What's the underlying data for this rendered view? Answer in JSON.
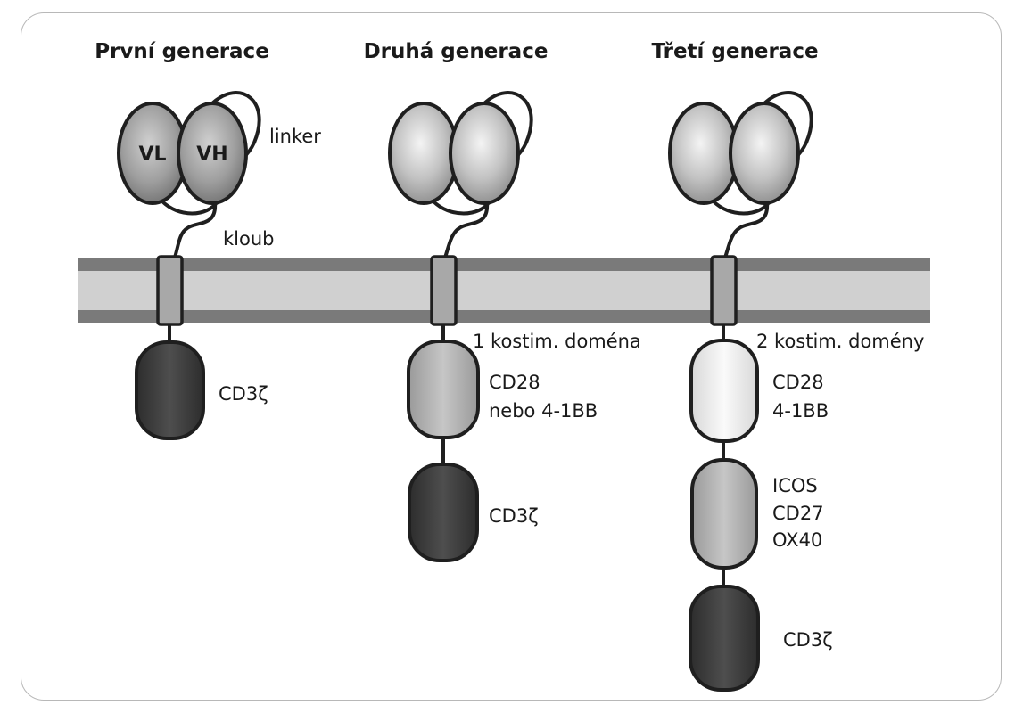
{
  "generations": [
    {
      "title": "První generace",
      "domain_labels": [
        "VL",
        "VH"
      ],
      "linker_label": "linker",
      "hinge_label": "kloub",
      "domains": [
        {
          "lines": [
            "CD3ζ"
          ],
          "shade": "dark"
        }
      ]
    },
    {
      "title": "Druhá generace",
      "costim_label": "1 kostim. doména",
      "domains": [
        {
          "lines": [
            "CD28",
            "nebo 4-1BB"
          ],
          "shade": "medium"
        },
        {
          "lines": [
            "CD3ζ"
          ],
          "shade": "dark"
        }
      ]
    },
    {
      "title": "Třetí generace",
      "costim_label": "2 kostim. domény",
      "domains": [
        {
          "lines": [
            "CD28",
            "4-1BB"
          ],
          "shade": "light"
        },
        {
          "lines": [
            "ICOS",
            "CD27",
            "OX40"
          ],
          "shade": "medium"
        },
        {
          "lines": [
            "CD3ζ"
          ],
          "shade": "dark"
        }
      ]
    }
  ],
  "colors": {
    "membrane_outer": "#7a7a7a",
    "membrane_inner": "#d0d0d0",
    "outline": "#1f1f1f",
    "domain_dark": "#3e3e3e",
    "domain_medium": "#b5b5b5",
    "domain_light": "#f0f0f0",
    "tm_segment": "#a8a8a8"
  }
}
